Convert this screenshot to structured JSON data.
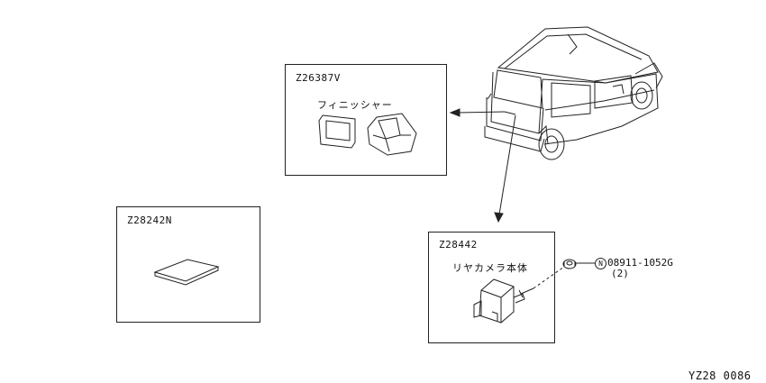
{
  "parts": {
    "finisher": {
      "code": "Z26387V",
      "name": "フィニッシャー"
    },
    "sheet": {
      "code": "Z28242N"
    },
    "camera": {
      "code": "Z28442",
      "name": "リヤカメラ本体"
    }
  },
  "fastener": {
    "symbol": "N",
    "number": "08911-1052G",
    "quantity": "(2)"
  },
  "diagram_id": "YZ28 0086",
  "line_color": "#222222"
}
